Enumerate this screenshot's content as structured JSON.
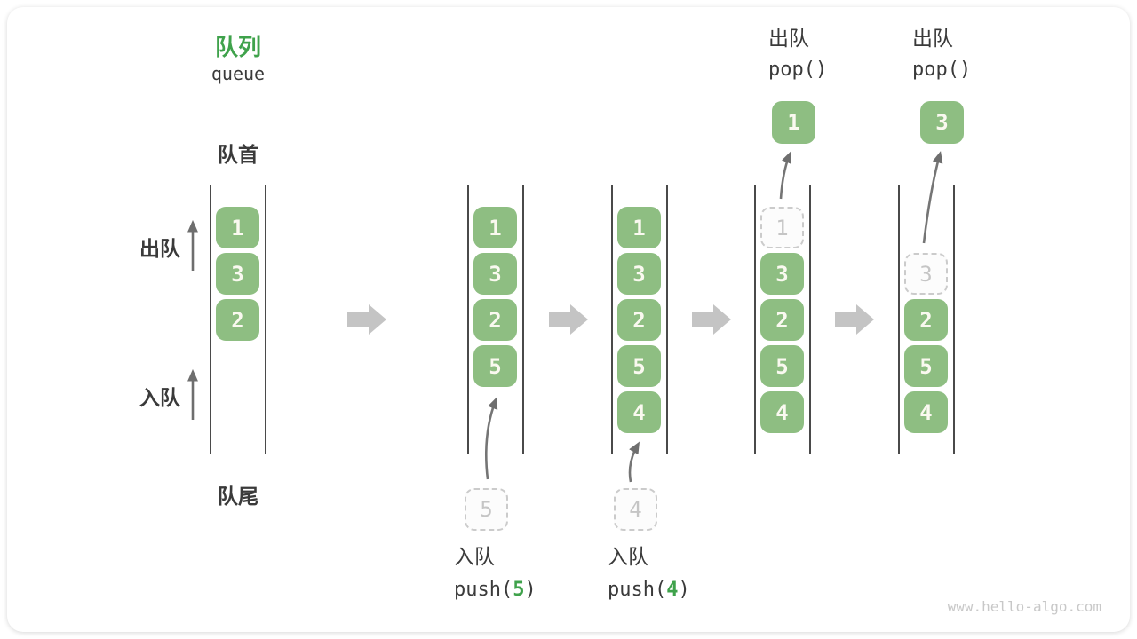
{
  "title": {
    "zh": "队列",
    "en": "queue"
  },
  "labels": {
    "front": "队首",
    "rear": "队尾",
    "side_dequeue": "出队",
    "side_enqueue": "入队"
  },
  "watermark": "www.hello-algo.com",
  "colors": {
    "box_green": "#8ebe82",
    "box_text": "#faf9f0",
    "title_green": "#3fa24b",
    "code_arg_green": "#3fa24b",
    "dark_text": "#3a3a3a",
    "ghost_border": "#cbcbcb",
    "ghost_text": "#c5c5c5",
    "channel_line": "#4a4a4a",
    "block_arrow": "#c4c4c4",
    "thin_arrow": "#6e6e6e",
    "watermark_gray": "#c8c8c8"
  },
  "states": [
    {
      "name": "state-1",
      "cells": [
        {
          "value": "1",
          "row": 0
        },
        {
          "value": "3",
          "row": 1
        },
        {
          "value": "2",
          "row": 2
        }
      ]
    },
    {
      "name": "state-2",
      "cells": [
        {
          "value": "1",
          "row": 0
        },
        {
          "value": "3",
          "row": 1
        },
        {
          "value": "2",
          "row": 2
        },
        {
          "value": "5",
          "row": 3
        }
      ],
      "op": {
        "type": "enqueue",
        "label": "入队",
        "code_pre": "push(",
        "code_arg": "5",
        "code_post": ")",
        "pending_value": "5"
      }
    },
    {
      "name": "state-3",
      "cells": [
        {
          "value": "1",
          "row": 0
        },
        {
          "value": "3",
          "row": 1
        },
        {
          "value": "2",
          "row": 2
        },
        {
          "value": "5",
          "row": 3
        },
        {
          "value": "4",
          "row": 4
        }
      ],
      "op": {
        "type": "enqueue",
        "label": "入队",
        "code_pre": "push(",
        "code_arg": "4",
        "code_post": ")",
        "pending_value": "4"
      }
    },
    {
      "name": "state-4",
      "cells": [
        {
          "value": "1",
          "row": 0,
          "ghost": true
        },
        {
          "value": "3",
          "row": 1
        },
        {
          "value": "2",
          "row": 2
        },
        {
          "value": "5",
          "row": 3
        },
        {
          "value": "4",
          "row": 4
        }
      ],
      "op": {
        "type": "dequeue",
        "label": "出队",
        "code_pre": "pop(",
        "code_arg": "",
        "code_post": ")",
        "popped_value": "1"
      }
    },
    {
      "name": "state-5",
      "cells": [
        {
          "value": "3",
          "row": 1,
          "ghost": true
        },
        {
          "value": "2",
          "row": 2
        },
        {
          "value": "5",
          "row": 3
        },
        {
          "value": "4",
          "row": 4
        }
      ],
      "op": {
        "type": "dequeue",
        "label": "出队",
        "code_pre": "pop(",
        "code_arg": "",
        "code_post": ")",
        "popped_value": "3"
      }
    }
  ]
}
